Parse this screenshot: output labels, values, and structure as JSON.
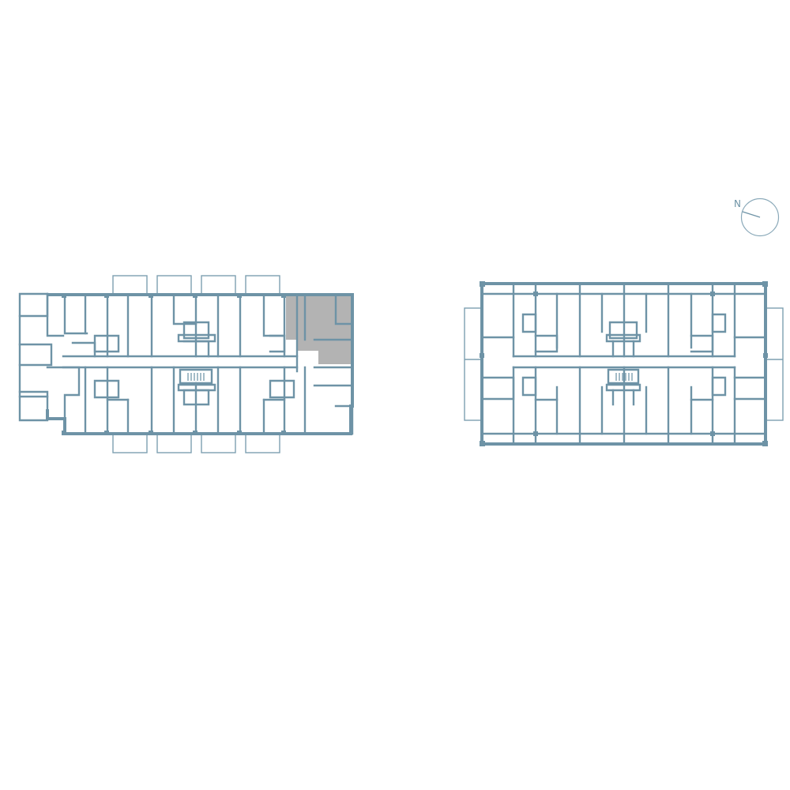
{
  "compass": {
    "label": "N"
  },
  "colors": {
    "wall": "#6e93a6",
    "selected_unit": "#b3b3b3",
    "background": "#ffffff"
  },
  "buildings": [
    {
      "name": "building-left",
      "selected_unit": true
    },
    {
      "name": "building-right",
      "selected_unit": false
    }
  ]
}
